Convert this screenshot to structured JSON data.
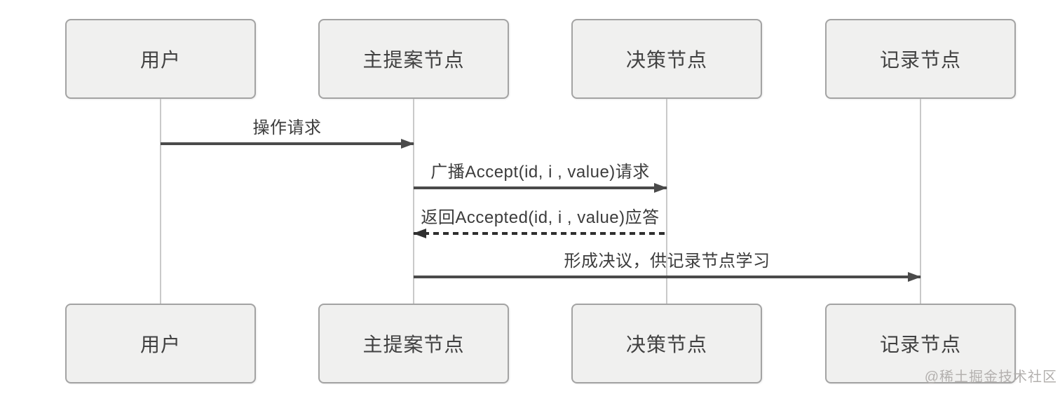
{
  "diagram": {
    "type": "sequence-diagram",
    "actors": [
      {
        "id": "user",
        "label": "用户"
      },
      {
        "id": "proposer",
        "label": "主提案节点"
      },
      {
        "id": "acceptor",
        "label": "决策节点"
      },
      {
        "id": "learner",
        "label": "记录节点"
      }
    ],
    "messages": [
      {
        "label": "操作请求",
        "from": 0,
        "to": 1,
        "line": "solid"
      },
      {
        "label": "广播Accept(id, i , value)请求",
        "from": 1,
        "to": 2,
        "line": "solid"
      },
      {
        "label": "返回Accepted(id, i , value)应答",
        "from": 2,
        "to": 1,
        "line": "dashed"
      },
      {
        "label": "形成决议，供记录节点学习",
        "from": 1,
        "to": 3,
        "line": "solid"
      }
    ]
  },
  "watermark": "@稀土掘金技术社区",
  "colors": {
    "background": "#ffffff",
    "box_fill": "#f0f0ef",
    "box_border": "#a3a3a3",
    "box_text": "#414141",
    "lifeline": "#c9c9c9",
    "arrow": "#4a4a4a",
    "dashed_arrow": "#2f2f2f",
    "label_text": "#3c3c3c",
    "watermark_text": "#b3b0ae"
  }
}
